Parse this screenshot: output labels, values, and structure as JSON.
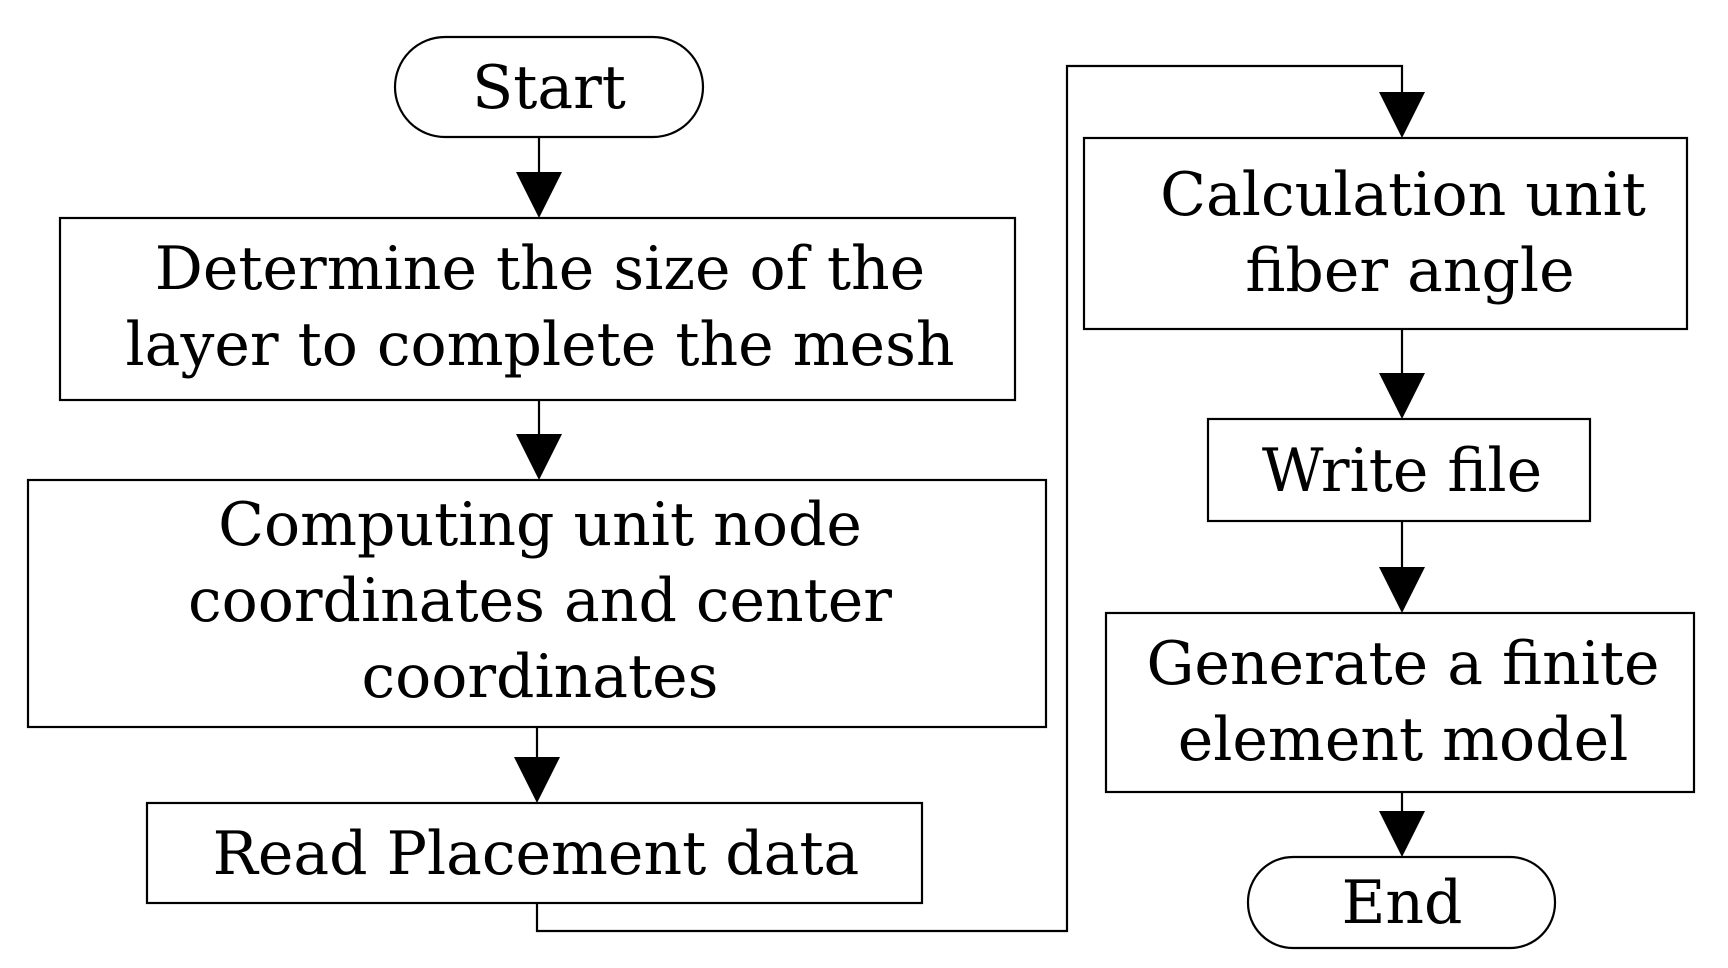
{
  "nodes": {
    "start": {
      "label": "Start"
    },
    "determine": {
      "lines": [
        "Determine the size of the",
        "layer to complete the mesh"
      ]
    },
    "computing": {
      "lines": [
        "Computing unit node",
        "coordinates and center",
        "coordinates"
      ]
    },
    "read": {
      "label": "Read Placement data"
    },
    "calculation": {
      "lines": [
        "Calculation unit",
        "fiber angle"
      ]
    },
    "write": {
      "label": "Write file"
    },
    "generate": {
      "lines": [
        "Generate a finite",
        "element model"
      ]
    },
    "end": {
      "label": "End"
    }
  },
  "flow": [
    "start",
    "determine",
    "computing",
    "read",
    "calculation",
    "write",
    "generate",
    "end"
  ]
}
